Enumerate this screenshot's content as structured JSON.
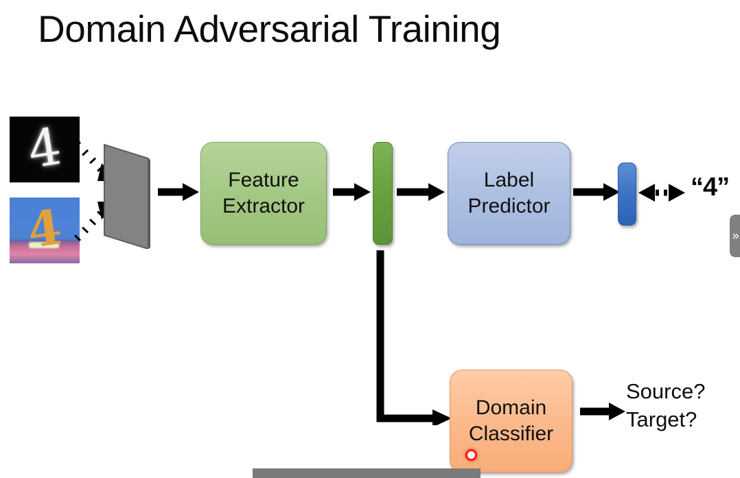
{
  "slide": {
    "title": "Domain Adversarial Training"
  },
  "samples": {
    "source": {
      "name": "MNIST source digit",
      "digit": "4",
      "background_color": "#050505",
      "ink_color": "#f4f4f4"
    },
    "target": {
      "name": "MNIST-M target digit",
      "digit": "4",
      "sky_color": "#4d84d8",
      "ink_color": "#e0a03c",
      "ground_color": "#d77fa2"
    }
  },
  "input_plane": {
    "label": "input-plane",
    "fill_color": "#808080",
    "edge_color": "#595959"
  },
  "blocks": {
    "feature_extractor": {
      "line1": "Feature",
      "line2": "Extractor",
      "color": "#a4c884",
      "border_color": "#7aa556"
    },
    "label_predictor": {
      "line1": "Label",
      "line2": "Predictor",
      "color": "#adbfe2",
      "border_color": "#6f88bf"
    },
    "domain_classifier": {
      "line1": "Domain",
      "line2": "Classifier",
      "color": "#fbb98b",
      "border_color": "#e8945d"
    }
  },
  "vectors": {
    "feature_vector": {
      "name": "feature-vector",
      "color": "#66a03f"
    },
    "output_vector": {
      "name": "output-vector",
      "color": "#3b72c4"
    }
  },
  "outputs": {
    "predicted_label": "“4”",
    "domain_question_line1": "Source?",
    "domain_question_line2": "Target?"
  },
  "annotations": {
    "laser_pointer_color": "#f41c0c"
  },
  "player": {
    "seekbar_color": "#7b7b7b",
    "side_tab_glyph": "»"
  }
}
